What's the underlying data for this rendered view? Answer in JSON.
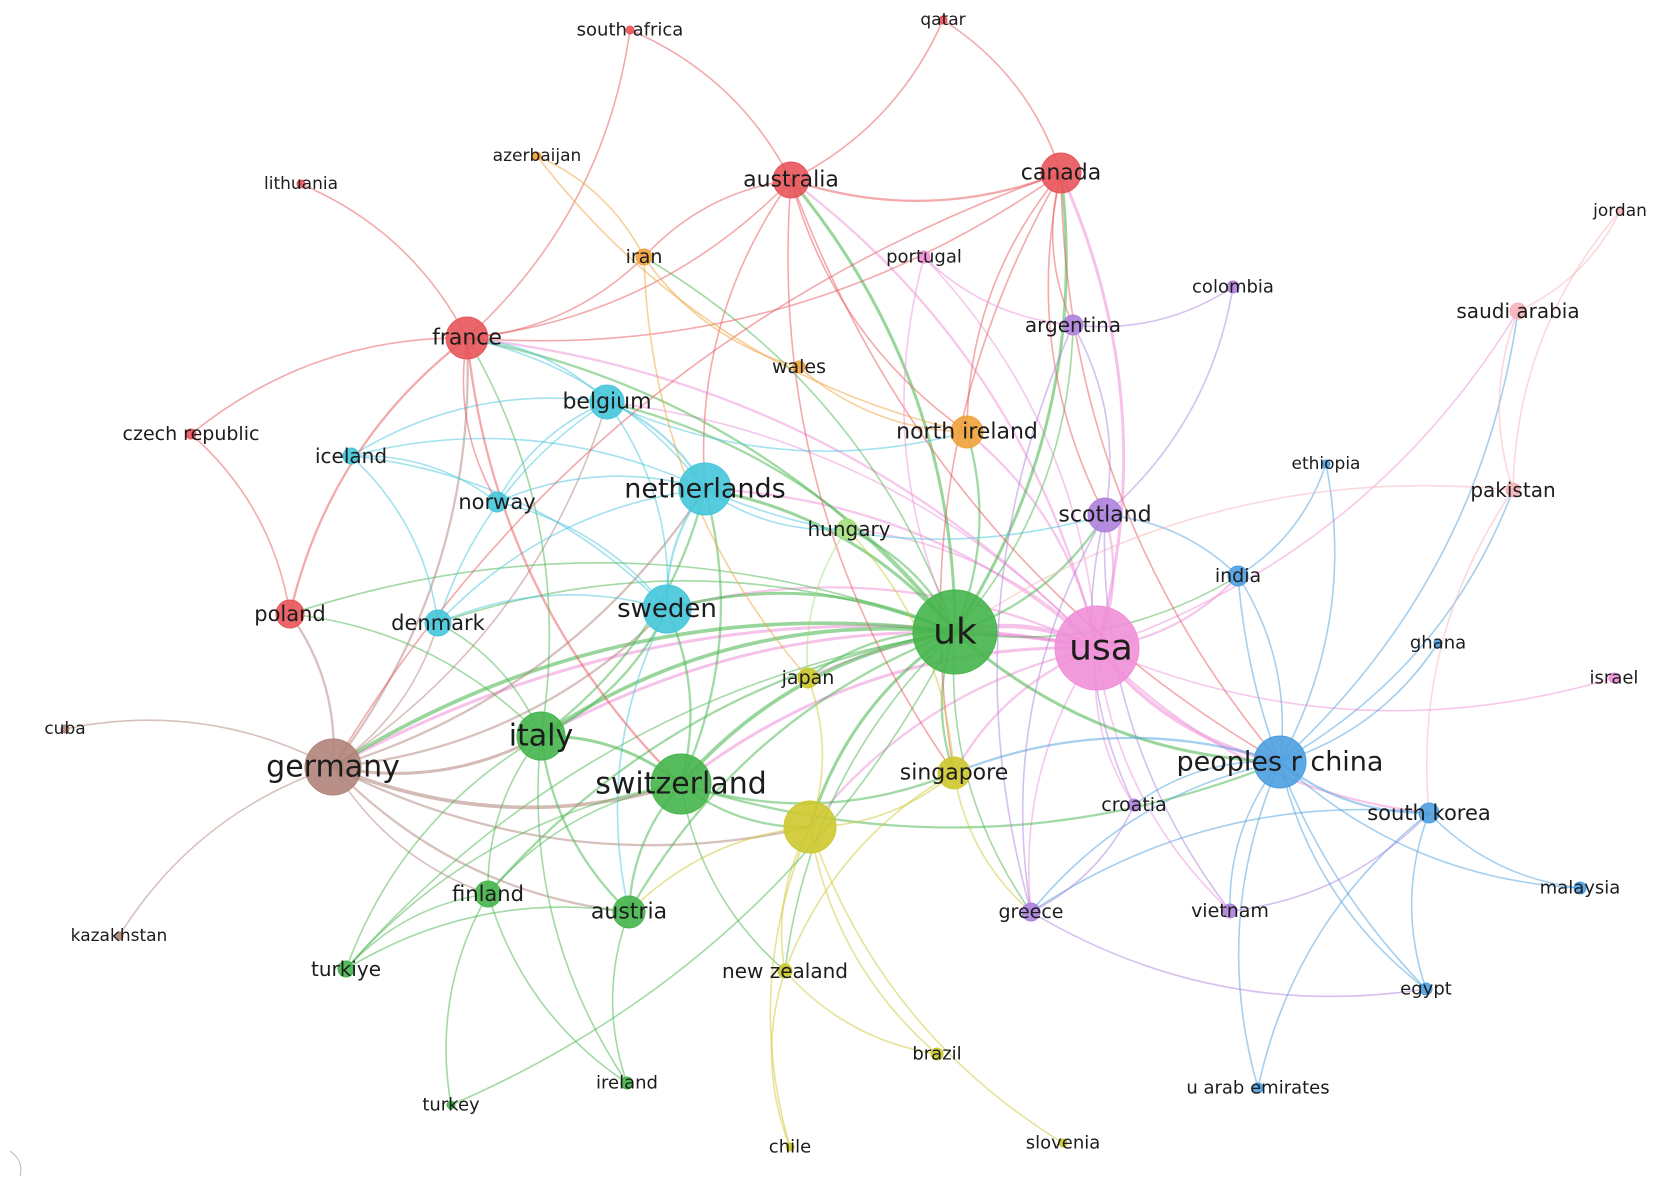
{
  "network": {
    "clusters": {
      "red": "#e8555a",
      "cyan": "#45c6db",
      "green": "#45b54b",
      "yellow": "#cdc82d",
      "orange": "#f0a23a",
      "purple": "#ae82de",
      "blue": "#4c9fe0",
      "pink": "#f08fd8",
      "lightpink": "#f5b3b8",
      "brown": "#b0847a",
      "lightgreen": "#a6df7c"
    },
    "nodes": [
      {
        "id": "usa",
        "label": "usa",
        "cluster": "pink",
        "weight": 10
      },
      {
        "id": "uk",
        "label": "uk",
        "cluster": "green",
        "weight": 9
      },
      {
        "id": "germany",
        "label": "germany",
        "cluster": "brown",
        "weight": 6
      },
      {
        "id": "switzerland",
        "label": "switzerland",
        "cluster": "green",
        "weight": 7
      },
      {
        "id": "italy",
        "label": "italy",
        "cluster": "green",
        "weight": 6
      },
      {
        "id": "netherlands",
        "label": "netherlands",
        "cluster": "cyan",
        "weight": 6
      },
      {
        "id": "peoples r china",
        "label": "peoples r china",
        "cluster": "blue",
        "weight": 6
      },
      {
        "id": "sweden",
        "label": "sweden",
        "cluster": "cyan",
        "weight": 5
      },
      {
        "id": "unlabeled-yellow",
        "label": "",
        "cluster": "yellow",
        "weight": 6
      },
      {
        "id": "france",
        "label": "france",
        "cluster": "red",
        "weight": 4
      },
      {
        "id": "canada",
        "label": "canada",
        "cluster": "red",
        "weight": 4
      },
      {
        "id": "australia",
        "label": "australia",
        "cluster": "red",
        "weight": 4
      },
      {
        "id": "scotland",
        "label": "scotland",
        "cluster": "purple",
        "weight": 4
      },
      {
        "id": "belgium",
        "label": "belgium",
        "cluster": "cyan",
        "weight": 3.5
      },
      {
        "id": "north ireland",
        "label": "north ireland",
        "cluster": "orange",
        "weight": 3.5
      },
      {
        "id": "austria",
        "label": "austria",
        "cluster": "green",
        "weight": 3.5
      },
      {
        "id": "poland",
        "label": "poland",
        "cluster": "red",
        "weight": 3
      },
      {
        "id": "singapore",
        "label": "singapore",
        "cluster": "yellow",
        "weight": 3.5
      },
      {
        "id": "finland",
        "label": "finland",
        "cluster": "green",
        "weight": 3
      },
      {
        "id": "denmark",
        "label": "denmark",
        "cluster": "cyan",
        "weight": 3
      },
      {
        "id": "norway",
        "label": "norway",
        "cluster": "cyan",
        "weight": 2.5
      },
      {
        "id": "hungary",
        "label": "hungary",
        "cluster": "lightgreen",
        "weight": 2.5
      },
      {
        "id": "japan",
        "label": "japan",
        "cluster": "yellow",
        "weight": 2.5
      },
      {
        "id": "india",
        "label": "india",
        "cluster": "blue",
        "weight": 2.5
      },
      {
        "id": "south korea",
        "label": "south korea",
        "cluster": "blue",
        "weight": 2.5
      },
      {
        "id": "argentina",
        "label": "argentina",
        "cluster": "purple",
        "weight": 2.5
      },
      {
        "id": "iran",
        "label": "iran",
        "cluster": "orange",
        "weight": 2
      },
      {
        "id": "iceland",
        "label": "iceland",
        "cluster": "cyan",
        "weight": 2
      },
      {
        "id": "greece",
        "label": "greece",
        "cluster": "purple",
        "weight": 2
      },
      {
        "id": "croatia",
        "label": "croatia",
        "cluster": "purple",
        "weight": 1.5
      },
      {
        "id": "vietnam",
        "label": "vietnam",
        "cluster": "purple",
        "weight": 1.5
      },
      {
        "id": "colombia",
        "label": "colombia",
        "cluster": "purple",
        "weight": 1.5
      },
      {
        "id": "turkiye",
        "label": "turkiye",
        "cluster": "green",
        "weight": 2
      },
      {
        "id": "new zealand",
        "label": "new zealand",
        "cluster": "yellow",
        "weight": 1.8
      },
      {
        "id": "wales",
        "label": "wales",
        "cluster": "orange",
        "weight": 1.5
      },
      {
        "id": "portugal",
        "label": "portugal",
        "cluster": "pink",
        "weight": 1.5
      },
      {
        "id": "saudi arabia",
        "label": "saudi arabia",
        "cluster": "lightpink",
        "weight": 2
      },
      {
        "id": "pakistan",
        "label": "pakistan",
        "cluster": "lightpink",
        "weight": 2
      },
      {
        "id": "czech republic",
        "label": "czech republic",
        "cluster": "red",
        "weight": 1.5
      },
      {
        "id": "lithuania",
        "label": "lithuania",
        "cluster": "red",
        "weight": 1.2
      },
      {
        "id": "south africa",
        "label": "south africa",
        "cluster": "red",
        "weight": 1.2
      },
      {
        "id": "qatar",
        "label": "qatar",
        "cluster": "red",
        "weight": 1.2
      },
      {
        "id": "azerbaijan",
        "label": "azerbaijan",
        "cluster": "orange",
        "weight": 1.2
      },
      {
        "id": "jordan",
        "label": "jordan",
        "cluster": "lightpink",
        "weight": 1.2
      },
      {
        "id": "ethiopia",
        "label": "ethiopia",
        "cluster": "blue",
        "weight": 1.2
      },
      {
        "id": "ghana",
        "label": "ghana",
        "cluster": "blue",
        "weight": 1.2
      },
      {
        "id": "israel",
        "label": "israel",
        "cluster": "pink",
        "weight": 1.5
      },
      {
        "id": "malaysia",
        "label": "malaysia",
        "cluster": "blue",
        "weight": 1.5
      },
      {
        "id": "egypt",
        "label": "egypt",
        "cluster": "blue",
        "weight": 1.5
      },
      {
        "id": "u arab emirates",
        "label": "u arab emirates",
        "cluster": "blue",
        "weight": 1.2
      },
      {
        "id": "brazil",
        "label": "brazil",
        "cluster": "yellow",
        "weight": 1.5
      },
      {
        "id": "slovenia",
        "label": "slovenia",
        "cluster": "yellow",
        "weight": 1.2
      },
      {
        "id": "chile",
        "label": "chile",
        "cluster": "yellow",
        "weight": 1.2
      },
      {
        "id": "ireland",
        "label": "ireland",
        "cluster": "green",
        "weight": 1.5
      },
      {
        "id": "turkey",
        "label": "turkey",
        "cluster": "green",
        "weight": 1.2
      },
      {
        "id": "kazakhstan",
        "label": "kazakhstan",
        "cluster": "brown",
        "weight": 1.2
      },
      {
        "id": "cuba",
        "label": "cuba",
        "cluster": "brown",
        "weight": 1.2
      }
    ],
    "edges": [
      [
        "usa",
        "uk",
        5
      ],
      [
        "usa",
        "germany",
        3
      ],
      [
        "usa",
        "switzerland",
        3
      ],
      [
        "usa",
        "italy",
        3
      ],
      [
        "usa",
        "netherlands",
        2
      ],
      [
        "usa",
        "peoples r china",
        4
      ],
      [
        "usa",
        "sweden",
        2
      ],
      [
        "usa",
        "unlabeled-yellow",
        2
      ],
      [
        "usa",
        "canada",
        3
      ],
      [
        "usa",
        "australia",
        2
      ],
      [
        "usa",
        "scotland",
        2
      ],
      [
        "usa",
        "france",
        2
      ],
      [
        "usa",
        "singapore",
        2
      ],
      [
        "usa",
        "japan",
        2
      ],
      [
        "usa",
        "india",
        2
      ],
      [
        "usa",
        "south korea",
        2
      ],
      [
        "usa",
        "israel",
        1
      ],
      [
        "usa",
        "saudi arabia",
        1
      ],
      [
        "usa",
        "portugal",
        1
      ],
      [
        "usa",
        "greece",
        1
      ],
      [
        "usa",
        "vietnam",
        1
      ],
      [
        "usa",
        "croatia",
        1
      ],
      [
        "usa",
        "north ireland",
        2
      ],
      [
        "usa",
        "belgium",
        1
      ],
      [
        "usa",
        "hungary",
        1
      ],
      [
        "uk",
        "germany",
        4
      ],
      [
        "uk",
        "switzerland",
        4
      ],
      [
        "uk",
        "italy",
        4
      ],
      [
        "uk",
        "netherlands",
        3
      ],
      [
        "uk",
        "sweden",
        3
      ],
      [
        "uk",
        "peoples r china",
        3
      ],
      [
        "uk",
        "unlabeled-yellow",
        3
      ],
      [
        "uk",
        "canada",
        3
      ],
      [
        "uk",
        "australia",
        3
      ],
      [
        "uk",
        "scotland",
        2
      ],
      [
        "uk",
        "france",
        2
      ],
      [
        "uk",
        "austria",
        2
      ],
      [
        "uk",
        "finland",
        2
      ],
      [
        "uk",
        "singapore",
        2
      ],
      [
        "uk",
        "north ireland",
        2
      ],
      [
        "uk",
        "belgium",
        2
      ],
      [
        "uk",
        "hungary",
        2
      ],
      [
        "uk",
        "japan",
        2
      ],
      [
        "uk",
        "denmark",
        1
      ],
      [
        "uk",
        "poland",
        1
      ],
      [
        "uk",
        "greece",
        1
      ],
      [
        "uk",
        "new zealand",
        1
      ],
      [
        "uk",
        "turkiye",
        1
      ],
      [
        "uk",
        "argentina",
        1
      ],
      [
        "uk",
        "india",
        1
      ],
      [
        "uk",
        "iran",
        1
      ],
      [
        "germany",
        "switzerland",
        4
      ],
      [
        "germany",
        "italy",
        3
      ],
      [
        "germany",
        "netherlands",
        2
      ],
      [
        "germany",
        "sweden",
        2
      ],
      [
        "germany",
        "france",
        2
      ],
      [
        "germany",
        "poland",
        2
      ],
      [
        "germany",
        "austria",
        2
      ],
      [
        "germany",
        "unlabeled-yellow",
        2
      ],
      [
        "germany",
        "kazakhstan",
        1
      ],
      [
        "germany",
        "cuba",
        1
      ],
      [
        "germany",
        "finland",
        1
      ],
      [
        "germany",
        "belgium",
        1
      ],
      [
        "germany",
        "denmark",
        1
      ],
      [
        "switzerland",
        "italy",
        3
      ],
      [
        "switzerland",
        "netherlands",
        2
      ],
      [
        "switzerland",
        "sweden",
        2
      ],
      [
        "switzerland",
        "austria",
        2
      ],
      [
        "switzerland",
        "unlabeled-yellow",
        2
      ],
      [
        "switzerland",
        "singapore",
        2
      ],
      [
        "switzerland",
        "finland",
        1
      ],
      [
        "switzerland",
        "peoples r china",
        2
      ],
      [
        "switzerland",
        "new zealand",
        1
      ],
      [
        "switzerland",
        "turkiye",
        1
      ],
      [
        "italy",
        "netherlands",
        2
      ],
      [
        "italy",
        "sweden",
        2
      ],
      [
        "italy",
        "austria",
        2
      ],
      [
        "italy",
        "finland",
        1
      ],
      [
        "italy",
        "france",
        1
      ],
      [
        "italy",
        "poland",
        1
      ],
      [
        "italy",
        "turkiye",
        1
      ],
      [
        "italy",
        "ireland",
        1
      ],
      [
        "italy",
        "denmark",
        1
      ],
      [
        "netherlands",
        "sweden",
        2
      ],
      [
        "netherlands",
        "belgium",
        2
      ],
      [
        "netherlands",
        "denmark",
        1
      ],
      [
        "netherlands",
        "norway",
        1
      ],
      [
        "netherlands",
        "iceland",
        1
      ],
      [
        "netherlands",
        "france",
        1
      ],
      [
        "netherlands",
        "scotland",
        1
      ],
      [
        "netherlands",
        "hungary",
        1
      ],
      [
        "sweden",
        "belgium",
        1
      ],
      [
        "sweden",
        "denmark",
        1
      ],
      [
        "sweden",
        "norway",
        1
      ],
      [
        "sweden",
        "iceland",
        1
      ],
      [
        "sweden",
        "austria",
        1
      ],
      [
        "belgium",
        "norway",
        1
      ],
      [
        "belgium",
        "iceland",
        1
      ],
      [
        "belgium",
        "denmark",
        1
      ],
      [
        "belgium",
        "france",
        1
      ],
      [
        "belgium",
        "north ireland",
        1
      ],
      [
        "denmark",
        "iceland",
        1
      ],
      [
        "norway",
        "iceland",
        1
      ],
      [
        "france",
        "poland",
        2
      ],
      [
        "france",
        "czech republic",
        1
      ],
      [
        "france",
        "lithuania",
        1
      ],
      [
        "france",
        "south africa",
        1
      ],
      [
        "france",
        "australia",
        1
      ],
      [
        "france",
        "iran",
        1
      ],
      [
        "france",
        "canada",
        1
      ],
      [
        "france",
        "norway",
        1
      ],
      [
        "france",
        "switzerland",
        2
      ],
      [
        "poland",
        "czech republic",
        1
      ],
      [
        "australia",
        "canada",
        2
      ],
      [
        "australia",
        "qatar",
        1
      ],
      [
        "australia",
        "south africa",
        1
      ],
      [
        "australia",
        "iran",
        1
      ],
      [
        "australia",
        "singapore",
        1
      ],
      [
        "australia",
        "north ireland",
        1
      ],
      [
        "australia",
        "peoples r china",
        1
      ],
      [
        "australia",
        "netherlands",
        1
      ],
      [
        "canada",
        "qatar",
        1
      ],
      [
        "canada",
        "north ireland",
        1
      ],
      [
        "canada",
        "argentina",
        1
      ],
      [
        "canada",
        "scotland",
        1
      ],
      [
        "canada",
        "peoples r china",
        1
      ],
      [
        "canada",
        "singapore",
        1
      ],
      [
        "canada",
        "germany",
        1
      ],
      [
        "peoples r china",
        "south korea",
        2
      ],
      [
        "peoples r china",
        "india",
        1
      ],
      [
        "peoples r china",
        "singapore",
        2
      ],
      [
        "peoples r china",
        "ghana",
        1
      ],
      [
        "peoples r china",
        "malaysia",
        1
      ],
      [
        "peoples r china",
        "egypt",
        1
      ],
      [
        "peoples r china",
        "u arab emirates",
        1
      ],
      [
        "peoples r china",
        "vietnam",
        1
      ],
      [
        "peoples r china",
        "pakistan",
        1
      ],
      [
        "peoples r china",
        "saudi arabia",
        1
      ],
      [
        "peoples r china",
        "ethiopia",
        1
      ],
      [
        "peoples r china",
        "croatia",
        1
      ],
      [
        "peoples r china",
        "greece",
        1
      ],
      [
        "south korea",
        "malaysia",
        1
      ],
      [
        "south korea",
        "egypt",
        1
      ],
      [
        "south korea",
        "u arab emirates",
        1
      ],
      [
        "south korea",
        "greece",
        1
      ],
      [
        "india",
        "ethiopia",
        1
      ],
      [
        "india",
        "egypt",
        1
      ],
      [
        "india",
        "scotland",
        1
      ],
      [
        "saudi arabia",
        "jordan",
        1
      ],
      [
        "saudi arabia",
        "pakistan",
        1
      ],
      [
        "jordan",
        "pakistan",
        1
      ],
      [
        "pakistan",
        "south korea",
        1
      ],
      [
        "pakistan",
        "uk",
        1
      ],
      [
        "scotland",
        "argentina",
        1
      ],
      [
        "scotland",
        "colombia",
        1
      ],
      [
        "scotland",
        "greece",
        1
      ],
      [
        "scotland",
        "vietnam",
        1
      ],
      [
        "scotland",
        "croatia",
        1
      ],
      [
        "argentina",
        "colombia",
        1
      ],
      [
        "argentina",
        "greece",
        1
      ],
      [
        "iran",
        "azerbaijan",
        1
      ],
      [
        "iran",
        "wales",
        1
      ],
      [
        "iran",
        "japan",
        1
      ],
      [
        "azerbaijan",
        "north ireland",
        1
      ],
      [
        "wales",
        "north ireland",
        1
      ],
      [
        "portugal",
        "argentina",
        1
      ],
      [
        "portugal",
        "uk",
        1
      ],
      [
        "unlabeled-yellow",
        "singapore",
        1
      ],
      [
        "unlabeled-yellow",
        "japan",
        1
      ],
      [
        "unlabeled-yellow",
        "new zealand",
        1
      ],
      [
        "unlabeled-yellow",
        "brazil",
        1
      ],
      [
        "unlabeled-yellow",
        "chile",
        1
      ],
      [
        "unlabeled-yellow",
        "slovenia",
        1
      ],
      [
        "unlabeled-yellow",
        "austria",
        1
      ],
      [
        "singapore",
        "greece",
        1
      ],
      [
        "singapore",
        "hungary",
        1
      ],
      [
        "singapore",
        "new zealand",
        1
      ],
      [
        "new zealand",
        "brazil",
        1
      ],
      [
        "new zealand",
        "chile",
        1
      ],
      [
        "austria",
        "turkiye",
        1
      ],
      [
        "austria",
        "ireland",
        1
      ],
      [
        "finland",
        "turkiye",
        1
      ],
      [
        "finland",
        "turkey",
        1
      ],
      [
        "finland",
        "ireland",
        1
      ],
      [
        "turkey",
        "uk",
        1
      ],
      [
        "greece",
        "egypt",
        1
      ],
      [
        "greece",
        "croatia",
        1
      ],
      [
        "vietnam",
        "south korea",
        1
      ],
      [
        "hungary",
        "japan",
        1
      ]
    ]
  }
}
